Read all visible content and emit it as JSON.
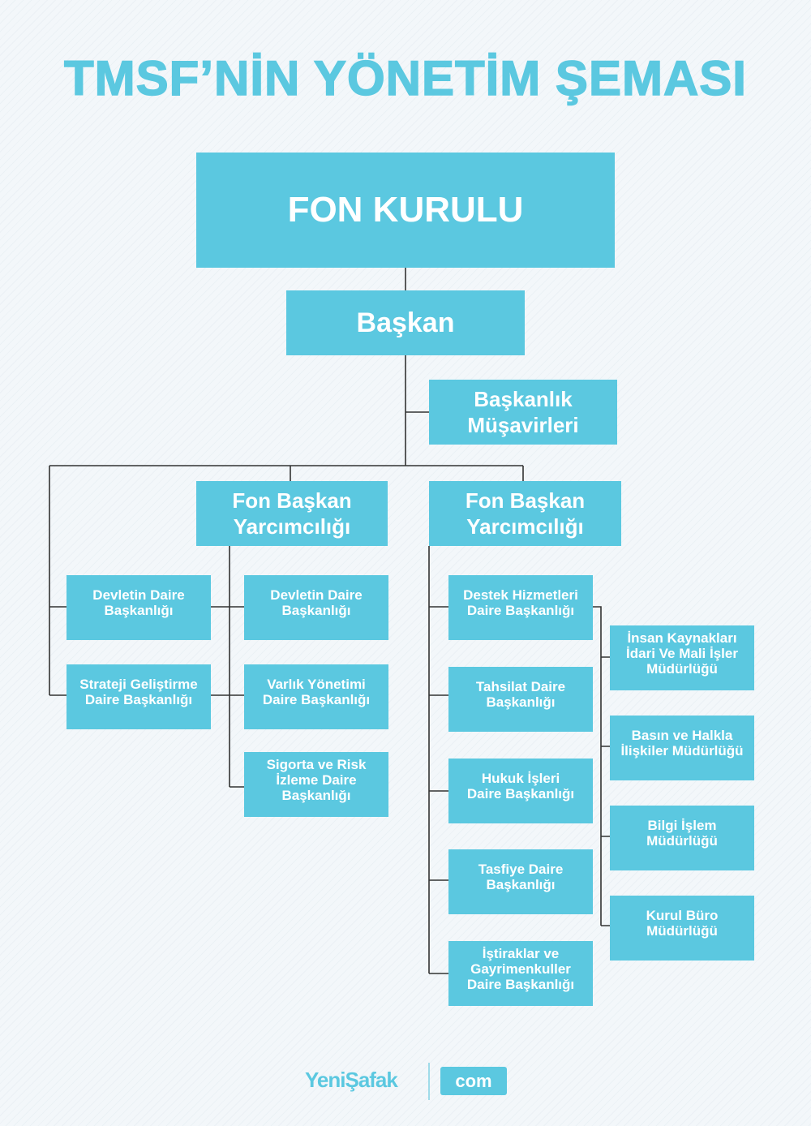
{
  "title": "TMSF’NİN YÖNETİM ŞEMASI",
  "top": {
    "board": "FON KURULU",
    "president": "Başkan",
    "advisors": "Başkanlık\nMüşavirleri"
  },
  "vice_presidents": [
    "Fon Başkan\nYarcımcılığı",
    "Fon Başkan\nYarcımcılığı"
  ],
  "left_units": [
    "Devletin Daire\nBaşkanlığı",
    "Strateji Geliştirme\nDaire Başkanlığı"
  ],
  "vp1_units": [
    "Devletin Daire\nBaşkanlığı",
    "Varlık Yönetimi\nDaire Başkanlığı",
    "Sigorta ve Risk\nİzleme Daire\nBaşkanlığı"
  ],
  "vp2_units": [
    "Destek Hizmetleri\nDaire Başkanlığı",
    "Tahsilat Daire\nBaşkanlığı",
    "Hukuk İşleri\nDaire Başkanlığı",
    "Tasfiye Daire\nBaşkanlığı",
    "İştiraklar ve\nGayrimenkuller\nDaire Başkanlığı"
  ],
  "support_units": [
    "İnsan Kaynakları\nİdari Ve Mali İşler\nMüdürlüğü",
    "Basın ve Halkla\nİlişkiler Müdürlüğü",
    "Bilgi İşlem\nMüdürlüğü",
    "Kurul Büro\nMüdürlüğü"
  ],
  "footer": {
    "brand": "YeniŞafak",
    "suffix": "com"
  },
  "colors": {
    "box": "#5bc8e0",
    "line": "#333333"
  }
}
